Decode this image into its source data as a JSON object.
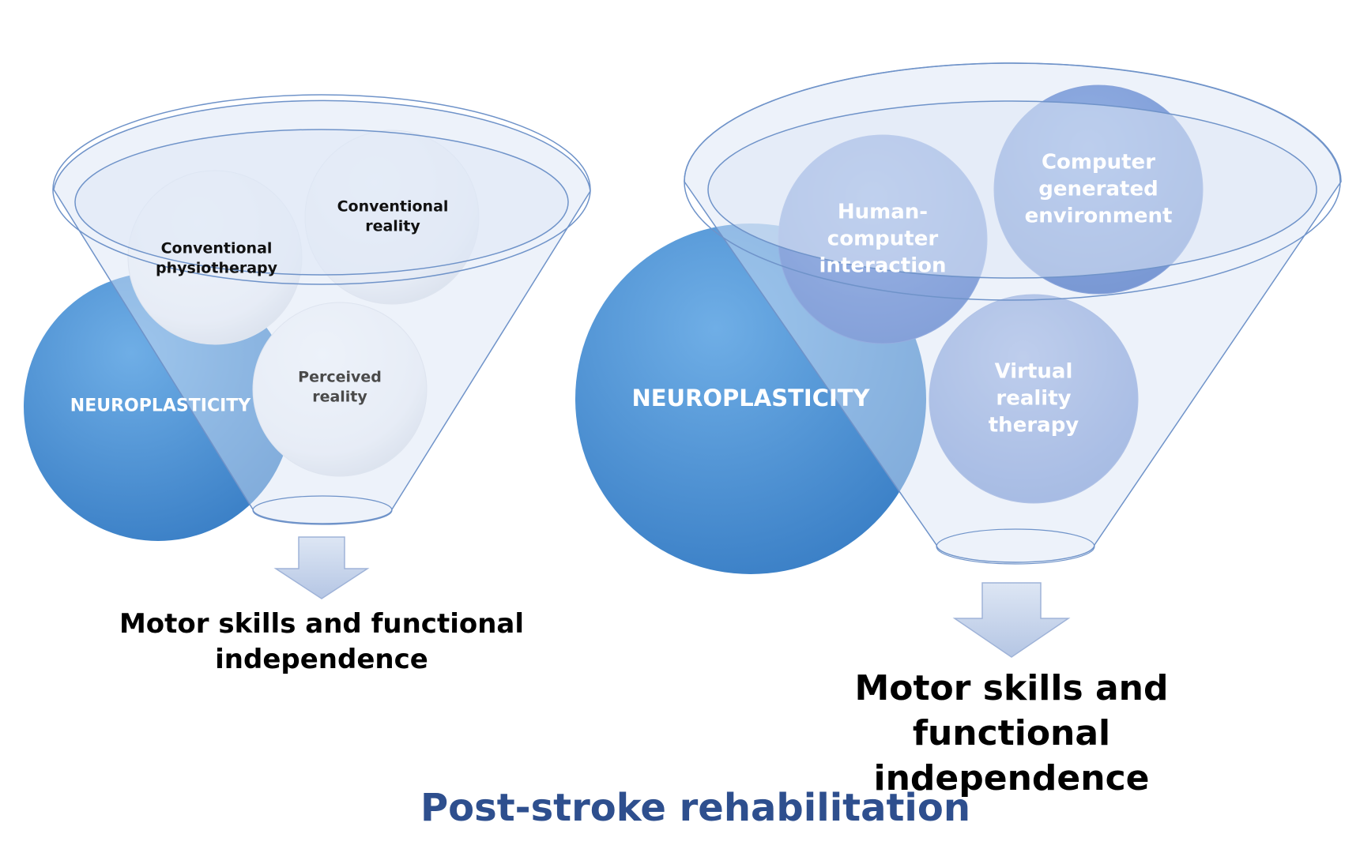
{
  "left_panel": {
    "hub_label": "NEUROPLASTICITY",
    "circles": [
      {
        "label": "Conventional\nphysiotherapy"
      },
      {
        "label": "Conventional\nreality"
      },
      {
        "label": "Perceived\nreality"
      }
    ],
    "outcome": "Motor skills and functional\nindependence"
  },
  "right_panel": {
    "hub_label": "NEUROPLASTICITY",
    "circles": [
      {
        "label": "Human-\ncomputer\ninteraction"
      },
      {
        "label": "Computer\ngenerated\nenvironment"
      },
      {
        "label": "Virtual\nreality\ntherapy"
      }
    ],
    "outcome": "Motor skills and functional\nindependence"
  },
  "footer": {
    "title": "Post-stroke rehabilitation"
  },
  "colors": {
    "hub_blue": "#4a8fd0",
    "dark_blue": "#2f62c0",
    "mid_blue": "#4f78cc",
    "light_blue": "#8ea8de",
    "funnel_fill": "#dce6f4",
    "funnel_edge": "#6f93c9",
    "arrow_fill": "#c6d3ea",
    "title_blue": "#2e4f8e"
  }
}
